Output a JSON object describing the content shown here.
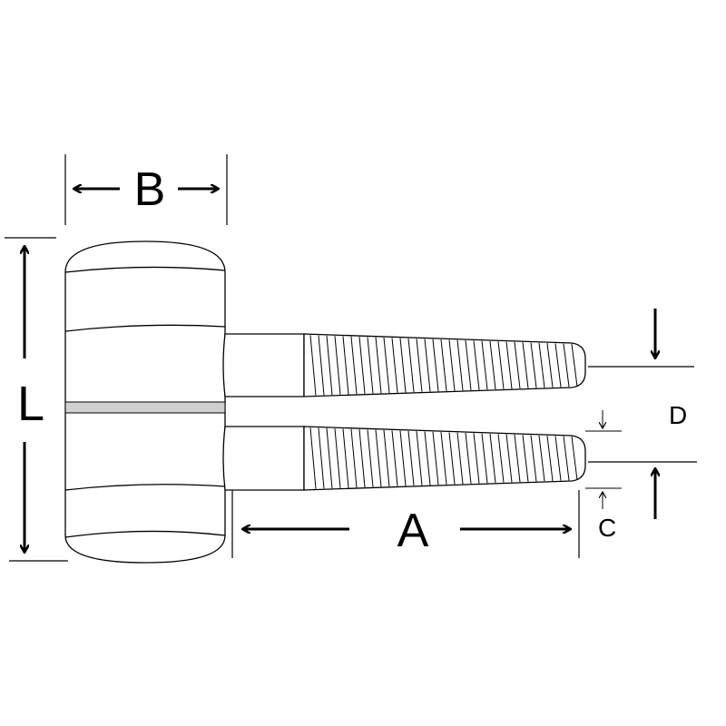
{
  "labels": {
    "B": "B",
    "L": "L",
    "A": "A",
    "C": "C",
    "D": "D"
  },
  "colors": {
    "stroke": "#000000",
    "band": "#cccccc"
  }
}
